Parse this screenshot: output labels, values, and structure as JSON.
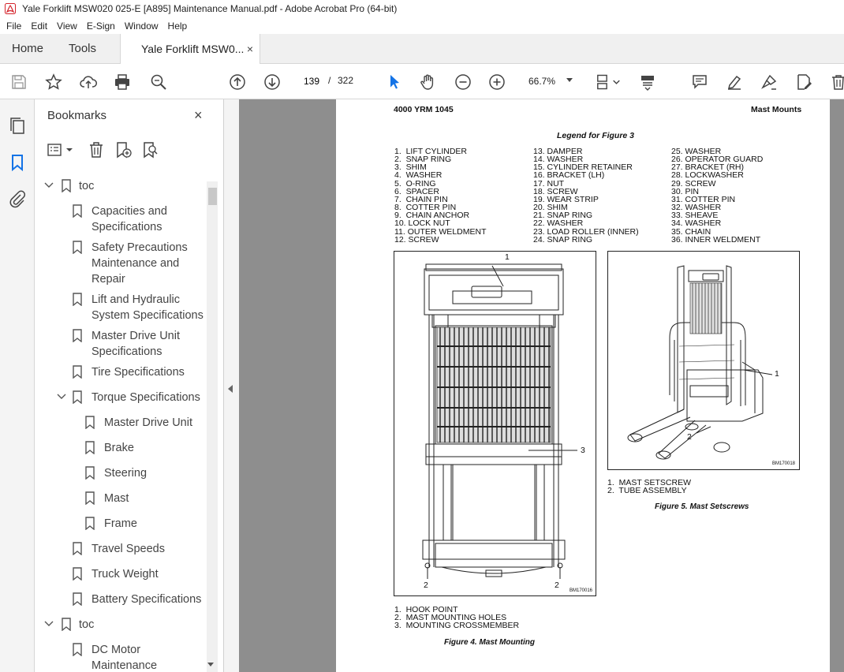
{
  "window": {
    "title": "Yale Forklift MSW020 025-E [A895] Maintenance Manual.pdf - Adobe Acrobat Pro (64-bit)"
  },
  "menu": [
    "File",
    "Edit",
    "View",
    "E-Sign",
    "Window",
    "Help"
  ],
  "tabs": {
    "home": "Home",
    "tools": "Tools",
    "document": "Yale Forklift MSW0...",
    "close": "×"
  },
  "toolbar": {
    "page_current": "139",
    "page_sep": "/",
    "page_total": "322",
    "zoom": "66.7%"
  },
  "bookmarks": {
    "title": "Bookmarks",
    "close": "×",
    "items": [
      {
        "label": "toc",
        "level": 0,
        "expanded": true
      },
      {
        "label": "Capacities and\nSpecifications",
        "level": 1
      },
      {
        "label": "Safety Precautions\nMaintenance and\nRepair",
        "level": 1
      },
      {
        "label": "Lift and Hydraulic\nSystem Specifications",
        "level": 1
      },
      {
        "label": "Master Drive Unit\nSpecifications",
        "level": 1
      },
      {
        "label": "Tire Specifications",
        "level": 1
      },
      {
        "label": "Torque Specifications",
        "level": 1,
        "expanded": true
      },
      {
        "label": "Master Drive Unit",
        "level": 2
      },
      {
        "label": "Brake",
        "level": 2
      },
      {
        "label": "Steering",
        "level": 2
      },
      {
        "label": "Mast",
        "level": 2
      },
      {
        "label": "Frame",
        "level": 2
      },
      {
        "label": "Travel Speeds",
        "level": 1
      },
      {
        "label": "Truck Weight",
        "level": 1
      },
      {
        "label": "Battery Specifications",
        "level": 1
      },
      {
        "label": "toc",
        "level": 0,
        "expanded": true
      },
      {
        "label": "DC Motor\nMaintenance",
        "level": 1
      }
    ]
  },
  "document": {
    "header_left": "4000 YRM 1045",
    "header_right": "Mast Mounts",
    "legend_title": "Legend for Figure 3",
    "legend_col1": "1.  LIFT CYLINDER\n2.  SNAP RING\n3.  SHIM\n4.  WASHER\n5.  O-RING\n6.  SPACER\n7.  CHAIN PIN\n8.  COTTER PIN\n9.  CHAIN ANCHOR\n10. LOCK NUT\n11. OUTER WELDMENT\n12. SCREW",
    "legend_col2": "13. DAMPER\n14. WASHER\n15. CYLINDER RETAINER\n16. BRACKET (LH)\n17. NUT\n18. SCREW\n19. WEAR STRIP\n20. SHIM\n21. SNAP RING\n22. WASHER\n23. LOAD ROLLER (INNER)\n24. SNAP RING",
    "legend_col3": "25. WASHER\n26. OPERATOR GUARD\n27. BRACKET (RH)\n28. LOCKWASHER\n29. SCREW\n30. PIN\n31. COTTER PIN\n32. WASHER\n33. SHEAVE\n34. WASHER\n35. CHAIN\n36. INNER WELDMENT",
    "fig4": {
      "code": "BM170016",
      "callout_1": "1",
      "callout_2a": "2",
      "callout_2b": "2",
      "callout_3": "3",
      "legend": "1.  HOOK POINT\n2.  MAST MOUNTING HOLES\n3.  MOUNTING CROSSMEMBER",
      "caption": "Figure 4.  Mast Mounting"
    },
    "fig5": {
      "code": "BM170018",
      "callout_1": "1",
      "callout_2": "2",
      "legend": "1.  MAST SETSCREW\n2.  TUBE ASSEMBLY",
      "caption": "Figure 5.  Mast Setscrews"
    }
  }
}
